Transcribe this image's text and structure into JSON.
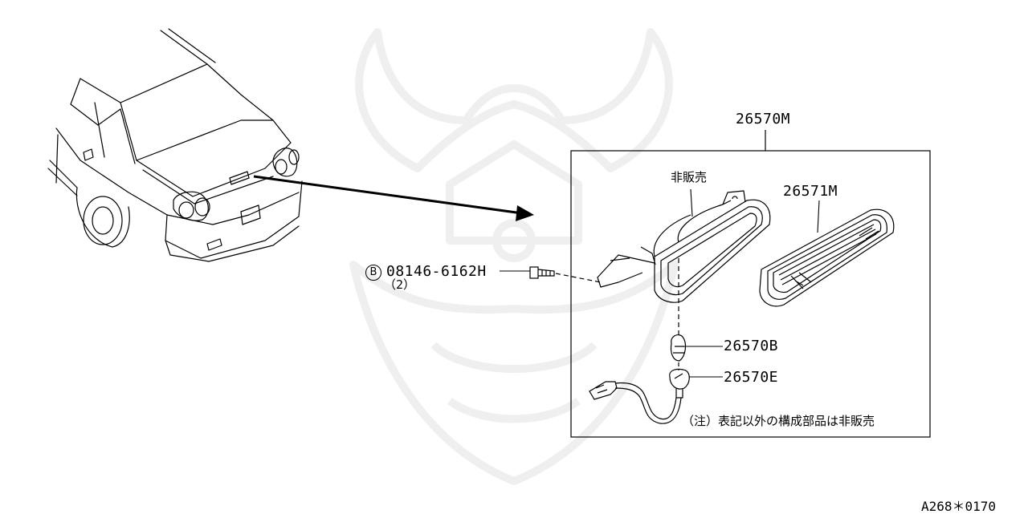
{
  "diagram": {
    "parts": {
      "assembly": "26570M",
      "lens": "26571M",
      "bulb": "26570B",
      "socket": "26570E"
    },
    "not_sold_label": "非販売",
    "bolt": {
      "badge": "B",
      "part_number": "08146-6162H",
      "quantity": "（2）"
    },
    "note": "（注）表記以外の構成部品は非販売",
    "reference": "A268＊0170"
  }
}
